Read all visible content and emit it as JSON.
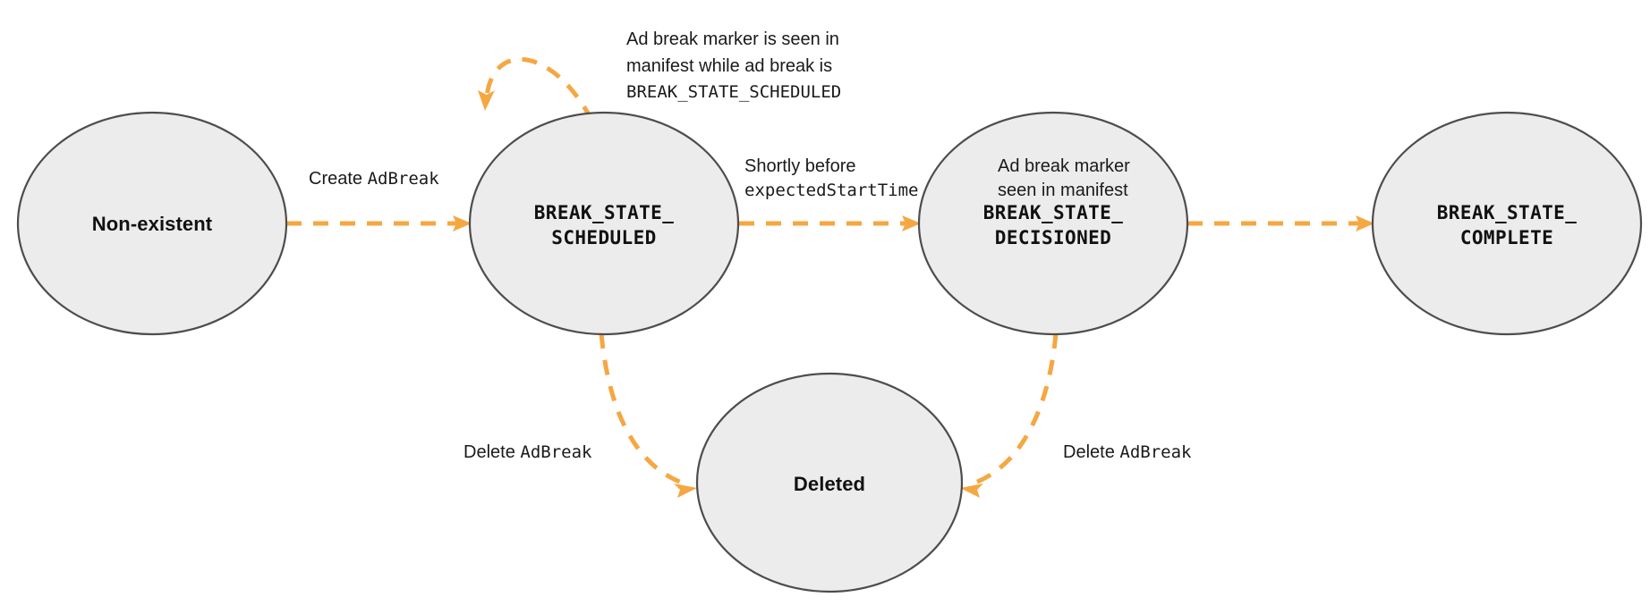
{
  "diagram": {
    "title": "Ad break state machine",
    "colors": {
      "node_fill": "#ececec",
      "node_stroke": "#4d4d4d",
      "edge": "#f5a742",
      "text": "#111111",
      "background": "#ffffff"
    },
    "nodes": [
      {
        "id": "non-existent",
        "label_line1": "Non-existent",
        "label_line2": "",
        "style": "plain"
      },
      {
        "id": "scheduled",
        "label_line1": "BREAK_STATE_",
        "label_line2": "SCHEDULED",
        "style": "mono"
      },
      {
        "id": "decisioned",
        "label_line1": "BREAK_STATE_",
        "label_line2": "DECISIONED",
        "style": "mono"
      },
      {
        "id": "complete",
        "label_line1": "BREAK_STATE_",
        "label_line2": "COMPLETE",
        "style": "mono"
      },
      {
        "id": "deleted",
        "label_line1": "Deleted",
        "label_line2": "",
        "style": "plain"
      }
    ],
    "edges": [
      {
        "id": "create",
        "from": "non-existent",
        "to": "scheduled",
        "label_lines": [
          [
            {
              "t": "Create ",
              "mono": false
            },
            {
              "t": "AdBreak",
              "mono": true
            }
          ]
        ]
      },
      {
        "id": "self-loop-scheduled",
        "from": "scheduled",
        "to": "scheduled",
        "label_lines": [
          [
            {
              "t": "Ad break marker is seen in",
              "mono": false
            }
          ],
          [
            {
              "t": "manifest while ad break is",
              "mono": false
            }
          ],
          [
            {
              "t": "BREAK_STATE_SCHEDULED",
              "mono": true
            }
          ]
        ]
      },
      {
        "id": "scheduled-to-decisioned",
        "from": "scheduled",
        "to": "decisioned",
        "label_lines": [
          [
            {
              "t": "Shortly before",
              "mono": false
            }
          ],
          [
            {
              "t": "expectedStartTime",
              "mono": true
            }
          ]
        ]
      },
      {
        "id": "decisioned-to-complete",
        "from": "decisioned",
        "to": "complete",
        "label_lines": [
          [
            {
              "t": "Ad break marker",
              "mono": false
            }
          ],
          [
            {
              "t": "seen in manifest",
              "mono": false
            }
          ]
        ]
      },
      {
        "id": "scheduled-to-deleted",
        "from": "scheduled",
        "to": "deleted",
        "label_lines": [
          [
            {
              "t": "Delete ",
              "mono": false
            },
            {
              "t": "AdBreak",
              "mono": true
            }
          ]
        ]
      },
      {
        "id": "decisioned-to-deleted",
        "from": "decisioned",
        "to": "deleted",
        "label_lines": [
          [
            {
              "t": "Delete ",
              "mono": false
            },
            {
              "t": "AdBreak",
              "mono": true
            }
          ]
        ]
      }
    ],
    "labels": {
      "node_non_existent": "Non-existent",
      "node_scheduled_l1": "BREAK_STATE_",
      "node_scheduled_l2": "SCHEDULED",
      "node_decisioned_l1": "BREAK_STATE_",
      "node_decisioned_l2": "DECISIONED",
      "node_complete_l1": "BREAK_STATE_",
      "node_complete_l2": "COMPLETE",
      "node_deleted": "Deleted",
      "edge_create_a": "Create ",
      "edge_create_b": "AdBreak",
      "edge_loop_l1": "Ad break marker is seen in",
      "edge_loop_l2": "manifest while ad break is",
      "edge_loop_l3": "BREAK_STATE_SCHEDULED",
      "edge_shortly_l1": "Shortly before",
      "edge_shortly_l2": "expectedStartTime",
      "edge_marker_l1": "Ad break marker",
      "edge_marker_l2": "seen in manifest",
      "edge_delete_left_a": "Delete ",
      "edge_delete_left_b": "AdBreak",
      "edge_delete_right_a": "Delete ",
      "edge_delete_right_b": "AdBreak"
    }
  }
}
